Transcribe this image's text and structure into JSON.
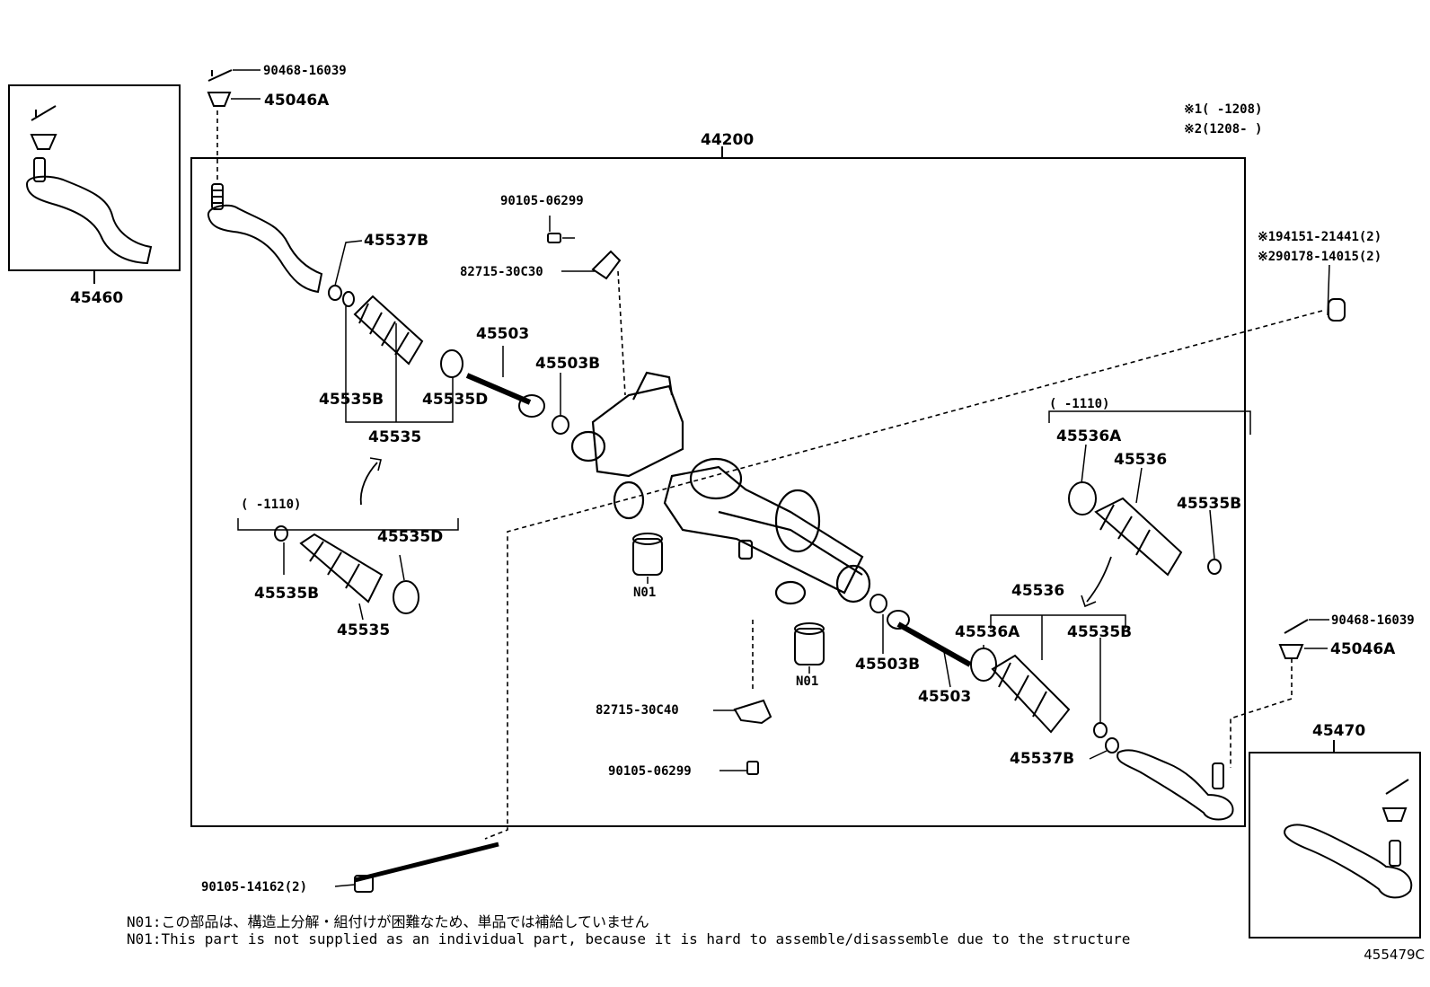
{
  "main_assembly": "44200",
  "boxes": {
    "left_tie_rod": "45460",
    "right_tie_rod": "45470"
  },
  "legend": {
    "row1_mark": "※1",
    "row1_range": "(      -1208)",
    "row2_mark": "※2",
    "row2_range": "(1208-      )"
  },
  "callouts": {
    "bolt_top_left": "90468-16039",
    "nut_top_left": "45046A",
    "bolt_top_right": "90468-16039",
    "nut_top_right": "45046A",
    "bolt_center_top": "90105-06299",
    "bracket_top": "82715-30C30",
    "clip_left": "45537B",
    "clamp_left_small": "45535B",
    "clamp_left_big": "45535D",
    "boot_left": "45535",
    "inner_rod_left": "45503",
    "washer_left": "45503B",
    "alt_range_left": "(      -1110)",
    "alt_clamp_big": "45535D",
    "alt_clamp_small": "45535B",
    "alt_boot": "45535",
    "grommet_part1": "※194151-21441(2)",
    "grommet_part2": "※290178-14015(2)",
    "alt_range_right": "(      -1110)",
    "alt_r_clamp": "45536A",
    "alt_r_boot": "45536",
    "alt_r_clamp_small": "45535B",
    "boot_right": "45536",
    "clamp_right_big": "45536A",
    "clamp_right_small": "45535B",
    "washer_right": "45503B",
    "inner_rod_right": "45503",
    "clip_right": "45537B",
    "n01_a": "N01",
    "n01_b": "N01",
    "bracket_bottom": "82715-30C40",
    "bolt_center_bottom": "90105-06299",
    "bolt_long": "90105-14162(2)"
  },
  "notes": {
    "jp": "N01:この部品は、構造上分解・組付けが困難なため、単品では補給していません",
    "en": "N01:This part is not supplied as an individual part, because it is hard to assemble/disassemble due to the structure"
  },
  "diagram_code": "455479C"
}
